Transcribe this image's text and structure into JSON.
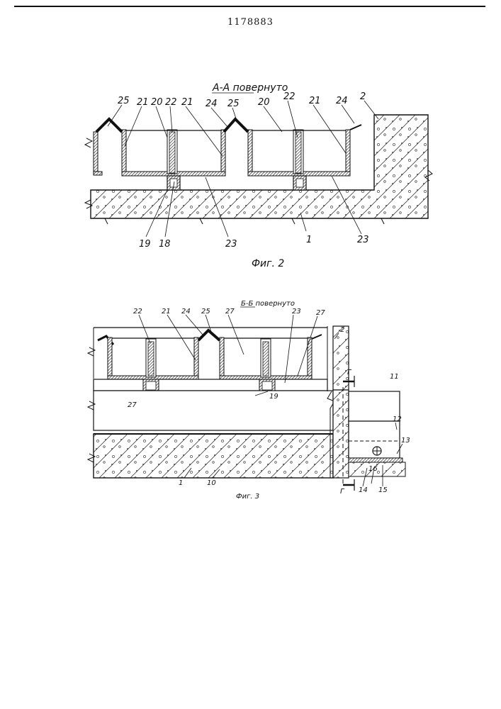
{
  "document": {
    "patent_number": "1178883"
  },
  "figure2": {
    "section_title": "А-А повернуто",
    "caption": "Фиг. 2",
    "labels": {
      "l25a": "25",
      "l21a": "21",
      "l20a": "20",
      "l22a": "22",
      "l21b": "21",
      "l24a": "24",
      "l25b": "25",
      "l20b": "20",
      "l22b": "22",
      "l21c": "21",
      "l24b": "24",
      "l2": "2",
      "l19": "19",
      "l18": "18",
      "l23a": "23",
      "l1": "1",
      "l23b": "23"
    }
  },
  "figure3": {
    "section_title": "Б-Б повернуто",
    "caption": "Фиг. 3",
    "labels": {
      "l22": "22",
      "l21": "21",
      "l24": "24",
      "l25": "25",
      "l27a": "27",
      "l23": "23",
      "l27b": "27",
      "l2": "2",
      "lG1": "Г",
      "l11": "11",
      "l27c": "27",
      "l19": "19",
      "l12": "12",
      "l13": "13",
      "l1": "1",
      "l10": "10",
      "lG2": "Г",
      "l14": "14",
      "l16": "16",
      "l15": "15"
    }
  }
}
